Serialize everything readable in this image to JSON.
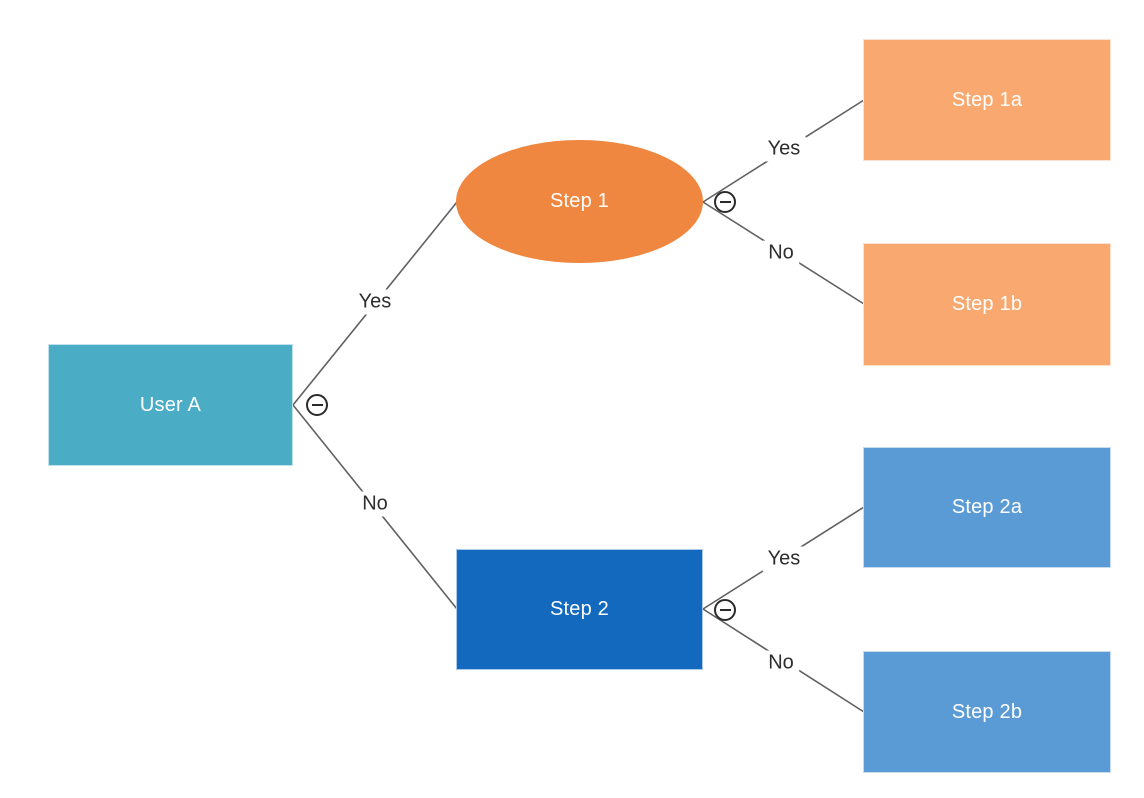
{
  "diagram": {
    "type": "decision-tree",
    "background_color": "#FFFFFF",
    "line_color": "#616161",
    "edge_label_color": "#2E2E2E",
    "nodes": {
      "root": {
        "label": "User A",
        "shape": "rectangle",
        "fill": "#4BACC6",
        "text_color": "#FFFFFF"
      },
      "step1": {
        "label": "Step 1",
        "shape": "ellipse",
        "fill": "#EF8740",
        "text_color": "#FFFFFF"
      },
      "step2": {
        "label": "Step 2",
        "shape": "rectangle",
        "fill": "#1269BD",
        "text_color": "#FFFFFF"
      },
      "step1a": {
        "label": "Step 1a",
        "shape": "rectangle",
        "fill": "#F9A96F",
        "text_color": "#FFFFFF"
      },
      "step1b": {
        "label": "Step 1b",
        "shape": "rectangle",
        "fill": "#F9A96F",
        "text_color": "#FFFFFF"
      },
      "step2a": {
        "label": "Step 2a",
        "shape": "rectangle",
        "fill": "#5B9BD5",
        "text_color": "#FFFFFF"
      },
      "step2b": {
        "label": "Step 2b",
        "shape": "rectangle",
        "fill": "#5B9BD5",
        "text_color": "#FFFFFF"
      }
    },
    "edges": [
      {
        "from": "root",
        "to": "step1",
        "label": "Yes"
      },
      {
        "from": "root",
        "to": "step2",
        "label": "No"
      },
      {
        "from": "step1",
        "to": "step1a",
        "label": "Yes"
      },
      {
        "from": "step1",
        "to": "step1b",
        "label": "No"
      },
      {
        "from": "step2",
        "to": "step2a",
        "label": "Yes"
      },
      {
        "from": "step2",
        "to": "step2b",
        "label": "No"
      }
    ],
    "collapse_buttons": [
      {
        "node": "root",
        "icon": "minus-icon",
        "state": "expanded"
      },
      {
        "node": "step1",
        "icon": "minus-icon",
        "state": "expanded"
      },
      {
        "node": "step2",
        "icon": "minus-icon",
        "state": "expanded"
      }
    ]
  }
}
